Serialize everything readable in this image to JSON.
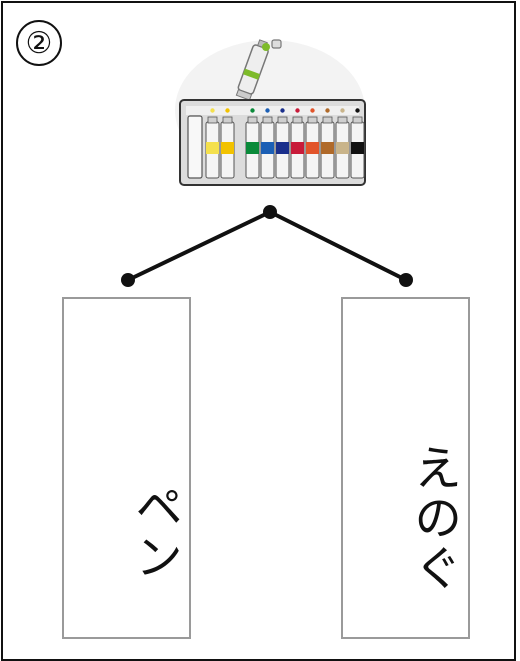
{
  "question_number": "②",
  "image": {
    "icon": "paint-set-icon"
  },
  "choices": [
    {
      "label": "ペン"
    },
    {
      "label": "えのぐ"
    }
  ],
  "colors": {
    "border": "#111111",
    "card_border": "#9a9a9a",
    "tube_colors": [
      "#f4e04d",
      "#f2c200",
      "#0a8a3a",
      "#1b5fb5",
      "#1a2f8c",
      "#c81b3a",
      "#e2542a",
      "#b06a2a",
      "#c9b48a",
      "#111111"
    ]
  }
}
